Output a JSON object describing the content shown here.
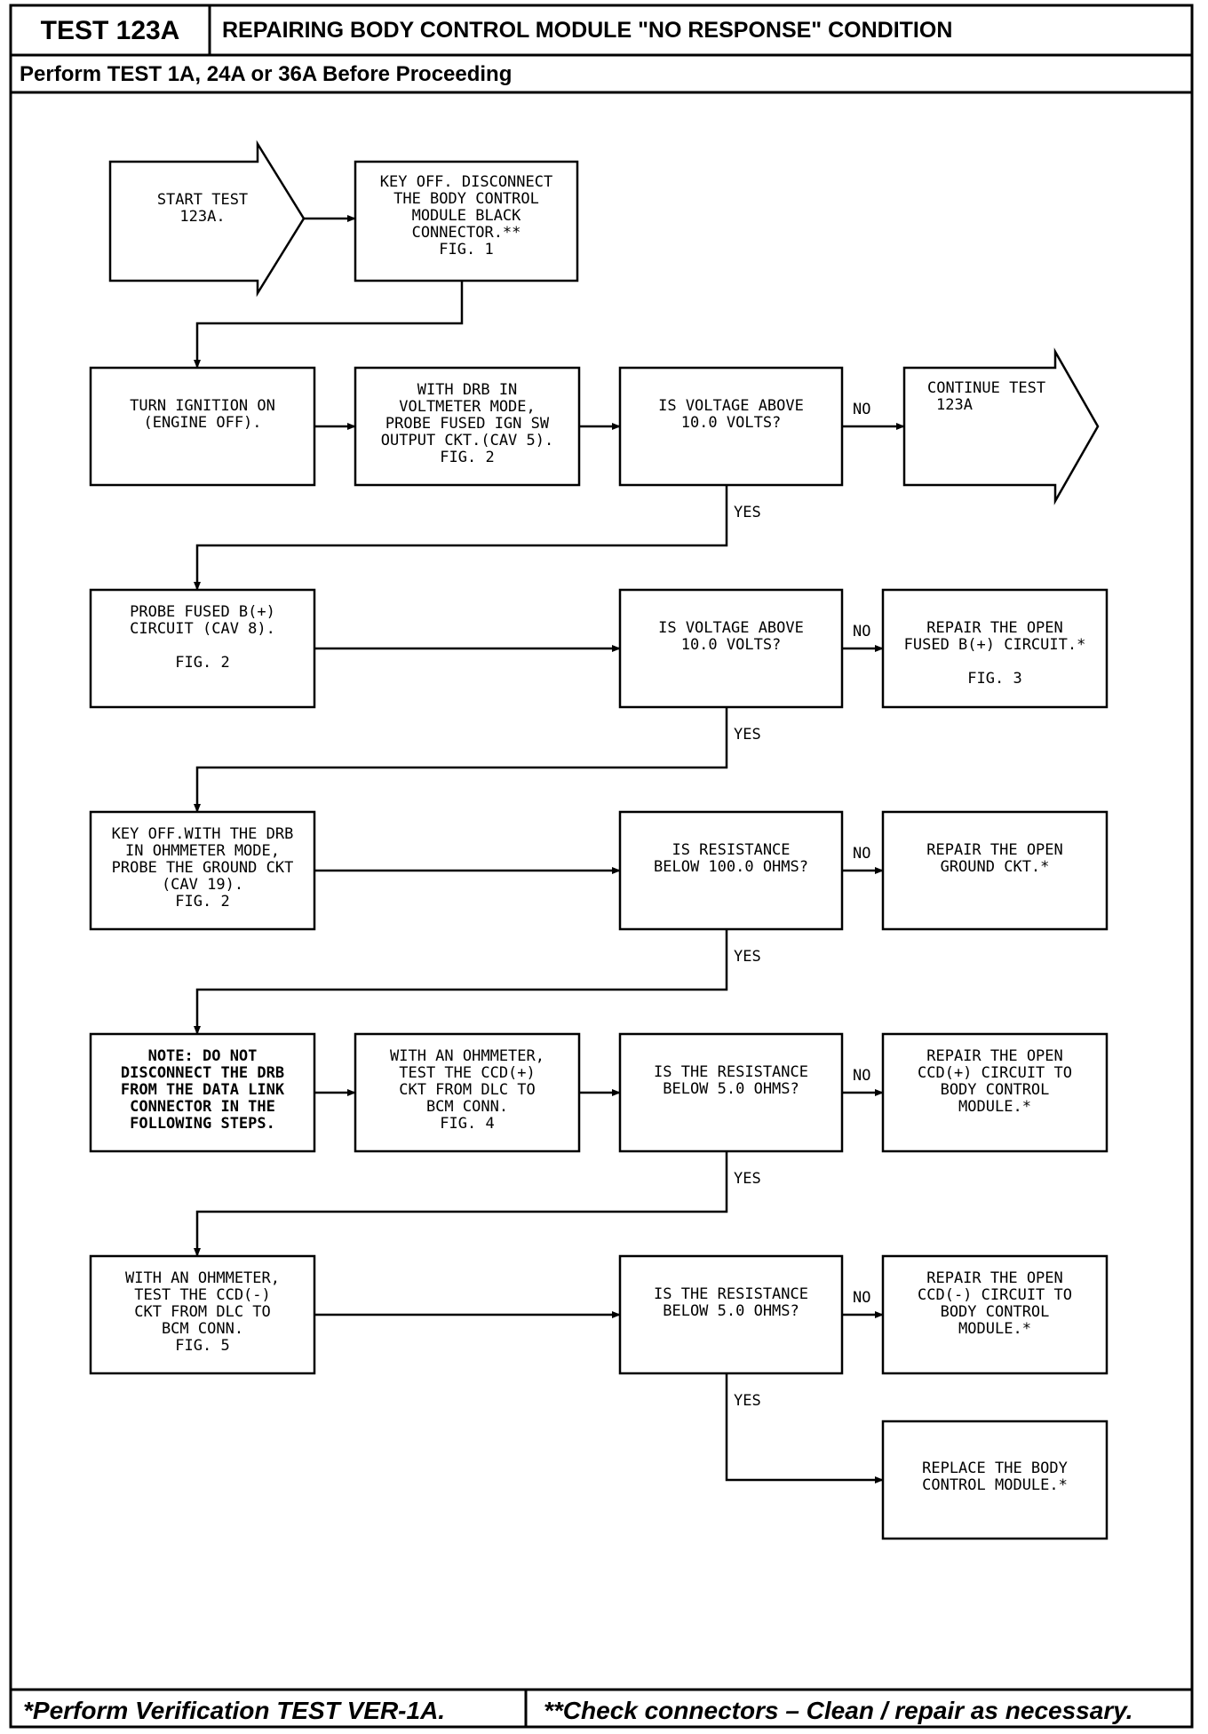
{
  "header": {
    "test_id": "TEST 123A",
    "title": "REPAIRING BODY CONTROL MODULE \"NO RESPONSE\" CONDITION",
    "subtitle": "Perform TEST 1A, 24A or 36A Before Proceeding"
  },
  "footer": {
    "left": "*Perform Verification TEST VER-1A.",
    "right": "**Check connectors – Clean / repair as necessary."
  },
  "nodes": [
    {
      "id": "start",
      "lines": [
        "START TEST",
        "123A."
      ]
    },
    {
      "id": "key-off-disconnect",
      "lines": [
        "KEY OFF. DISCONNECT",
        "THE BODY CONTROL",
        "MODULE BLACK",
        "CONNECTOR.**",
        "FIG. 1"
      ]
    },
    {
      "id": "turn-ignition-on",
      "lines": [
        "TURN IGNITION ON",
        "(ENGINE OFF)."
      ]
    },
    {
      "id": "probe-ign-sw",
      "lines": [
        "WITH DRB IN",
        "VOLTMETER MODE,",
        "PROBE FUSED IGN SW",
        "OUTPUT CKT.(CAV 5).",
        "FIG. 2"
      ]
    },
    {
      "id": "q-voltage-1",
      "lines": [
        "IS VOLTAGE ABOVE",
        "10.0 VOLTS?"
      ]
    },
    {
      "id": "continue-test",
      "lines": [
        "CONTINUE TEST",
        "123A"
      ]
    },
    {
      "id": "probe-fused-b",
      "lines": [
        "PROBE FUSED B(+)",
        "CIRCUIT (CAV 8).",
        "",
        "FIG. 2"
      ]
    },
    {
      "id": "q-voltage-2",
      "lines": [
        "IS VOLTAGE ABOVE",
        "10.0 VOLTS?"
      ]
    },
    {
      "id": "repair-fused-b",
      "lines": [
        "REPAIR THE OPEN",
        "FUSED B(+) CIRCUIT.*",
        "",
        "FIG. 3"
      ]
    },
    {
      "id": "probe-ground",
      "lines": [
        "KEY OFF.WITH THE DRB",
        "IN OHMMETER MODE,",
        "PROBE THE GROUND CKT",
        "(CAV 19).",
        "FIG. 2"
      ]
    },
    {
      "id": "q-resistance-1",
      "lines": [
        "IS RESISTANCE",
        "BELOW 100.0 OHMS?"
      ]
    },
    {
      "id": "repair-ground",
      "lines": [
        "REPAIR THE OPEN",
        "GROUND CKT.*"
      ]
    },
    {
      "id": "note-drb",
      "lines": [
        "NOTE: DO NOT",
        "DISCONNECT THE DRB",
        "FROM THE DATA LINK",
        "CONNECTOR IN THE",
        "FOLLOWING STEPS."
      ]
    },
    {
      "id": "test-ccd-plus",
      "lines": [
        "WITH AN OHMMETER,",
        "TEST THE CCD(+)",
        "CKT FROM DLC TO",
        "BCM CONN.",
        "FIG. 4"
      ]
    },
    {
      "id": "q-resistance-2",
      "lines": [
        "IS THE RESISTANCE",
        "BELOW 5.0 OHMS?"
      ]
    },
    {
      "id": "repair-ccd-plus",
      "lines": [
        "REPAIR THE OPEN",
        "CCD(+) CIRCUIT TO",
        "BODY CONTROL",
        "MODULE.*"
      ]
    },
    {
      "id": "test-ccd-minus",
      "lines": [
        "WITH AN OHMMETER,",
        "TEST THE CCD(-)",
        "CKT FROM DLC TO",
        "BCM CONN.",
        "FIG. 5"
      ]
    },
    {
      "id": "q-resistance-3",
      "lines": [
        "IS THE RESISTANCE",
        "BELOW 5.0 OHMS?"
      ]
    },
    {
      "id": "repair-ccd-minus",
      "lines": [
        "REPAIR THE OPEN",
        "CCD(-) CIRCUIT TO",
        "BODY CONTROL",
        "MODULE.*"
      ]
    },
    {
      "id": "replace-bcm",
      "lines": [
        "REPLACE THE BODY",
        "CONTROL MODULE.*"
      ]
    }
  ],
  "edge_labels": {
    "no": "NO",
    "yes": "YES"
  }
}
